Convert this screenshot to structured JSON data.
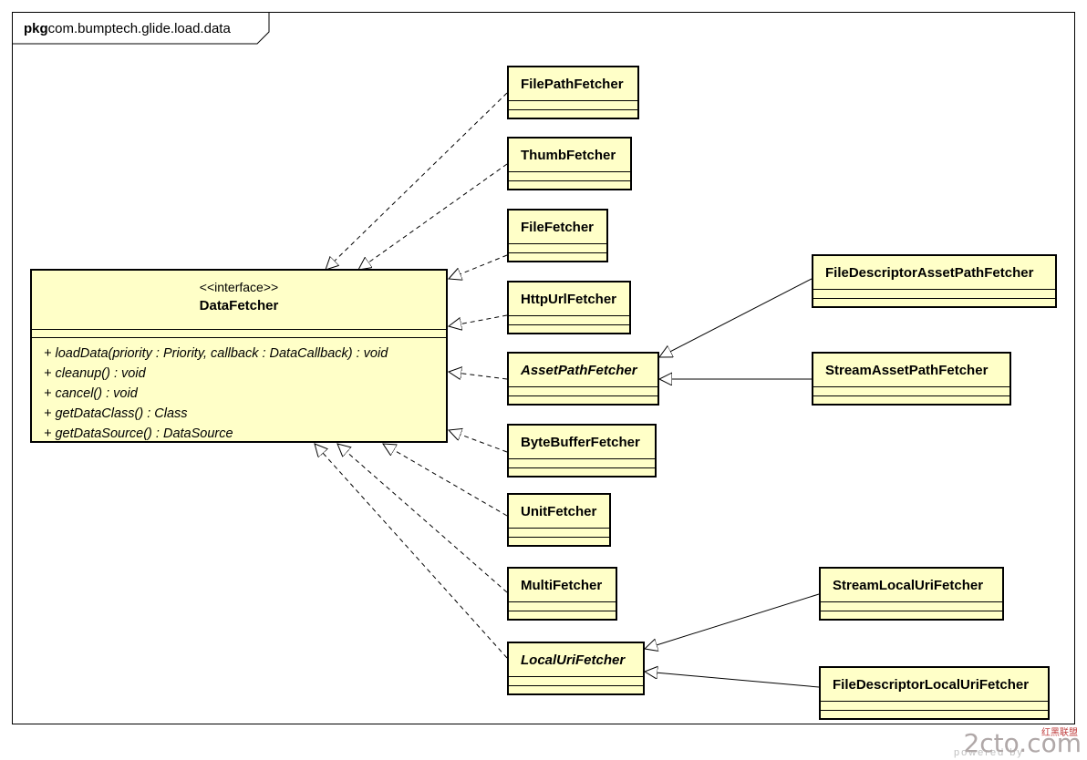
{
  "package": {
    "keyword": "pkg",
    "name": "com.bumptech.glide.load.data"
  },
  "interface": {
    "stereotype": "<<interface>>",
    "name": "DataFetcher",
    "operations": [
      "+ loadData(priority : Priority, callback : DataCallback) : void",
      "+ cleanup() : void",
      "+ cancel() : void",
      "+ getDataClass() : Class",
      "+ getDataSource() : DataSource"
    ]
  },
  "classes": {
    "file_path_fetcher": "FilePathFetcher",
    "thumb_fetcher": "ThumbFetcher",
    "file_fetcher": "FileFetcher",
    "http_url_fetcher": "HttpUrlFetcher",
    "asset_path_fetcher": "AssetPathFetcher",
    "byte_buffer_fetcher": "ByteBufferFetcher",
    "unit_fetcher": "UnitFetcher",
    "multi_fetcher": "MultiFetcher",
    "local_uri_fetcher": "LocalUriFetcher",
    "file_descriptor_asset_path_fetcher": "FileDescriptorAssetPathFetcher",
    "stream_asset_path_fetcher": "StreamAssetPathFetcher",
    "stream_local_uri_fetcher": "StreamLocalUriFetcher",
    "file_descriptor_local_uri_fetcher": "FileDescriptorLocalUriFetcher"
  },
  "watermark": {
    "logo": "2cto.com",
    "cn": "红黑联盟",
    "tagline": "powered by"
  },
  "colors": {
    "class_fill": "#ffffc8",
    "border": "#000000"
  }
}
